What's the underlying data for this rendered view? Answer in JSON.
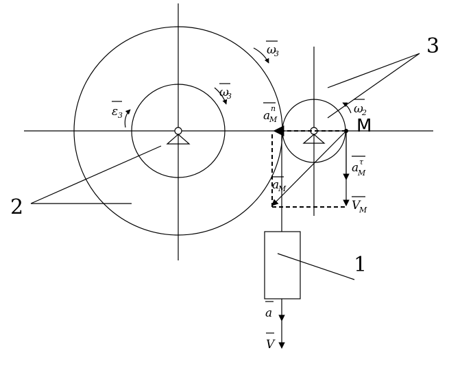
{
  "labels": {
    "body1": "1",
    "body2": "2",
    "body3": "3",
    "point_M": "M",
    "omega3_outer": "ω",
    "omega3_outer_sub": "3",
    "omega3_inner": "ω",
    "omega3_inner_sub": "3",
    "epsilon3": "ε",
    "epsilon3_sub": "3",
    "omega2": "ω",
    "omega2_sub": "2",
    "aMn": "a",
    "aMn_sub": "M",
    "aMn_sup": "n",
    "aMtau": "a",
    "aMtau_sub": "M",
    "aMtau_sup": "τ",
    "aM": "a",
    "aM_sub": "M",
    "VM": "V",
    "VM_sub": "M",
    "a": "a",
    "V": "V"
  }
}
